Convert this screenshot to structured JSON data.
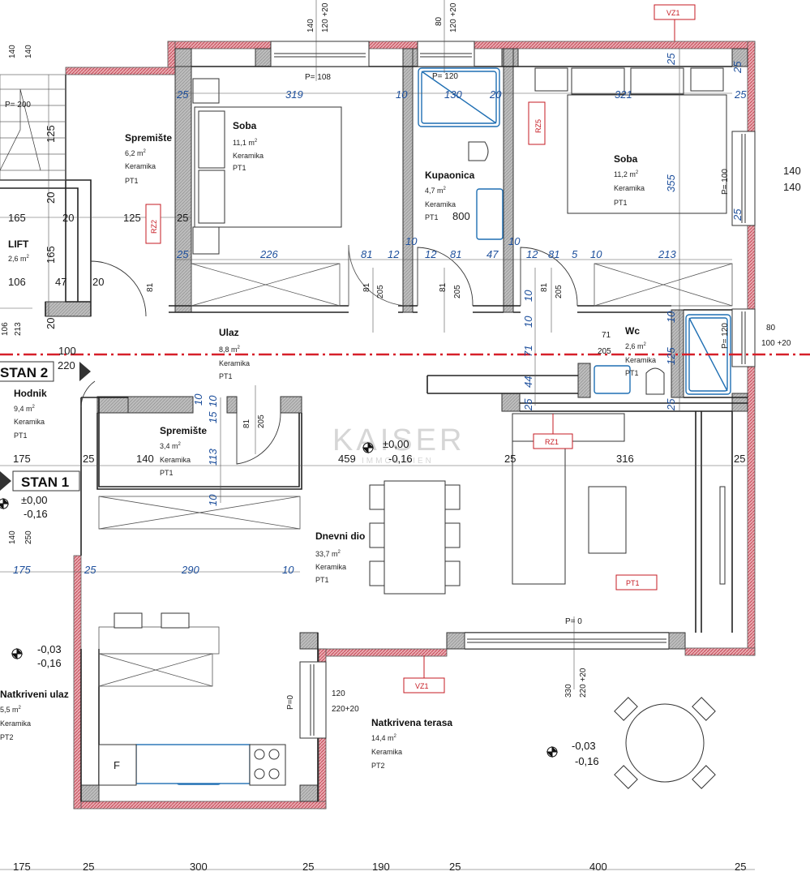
{
  "rooms": {
    "soba_left": {
      "name": "Soba",
      "area": "11,1 m",
      "floor": "Keramika",
      "code": "PT1"
    },
    "soba_right": {
      "name": "Soba",
      "area": "11,2 m",
      "floor": "Keramika",
      "code": "PT1"
    },
    "kupaonica": {
      "name": "Kupaonica",
      "area": "4,7 m",
      "floor": "Keramika",
      "code": "PT1"
    },
    "spremiste_top": {
      "name": "Spremište",
      "area": "6,2 m",
      "floor": "Keramika",
      "code": "PT1"
    },
    "lift": {
      "name": "LIFT",
      "area": "2,6 m"
    },
    "ulaz": {
      "name": "Ulaz",
      "area": "8,8 m",
      "floor": "Keramika",
      "code": "PT1"
    },
    "wc": {
      "name": "Wc",
      "area": "2,6 m",
      "floor": "Keramika",
      "code": "PT1"
    },
    "hodnik": {
      "name": "Hodnik",
      "area": "9,4 m",
      "floor": "Keramika",
      "code": "PT1"
    },
    "spremiste_mid": {
      "name": "Spremište",
      "area": "3,4 m",
      "floor": "Keramika",
      "code": "PT1"
    },
    "dnevni": {
      "name": "Dnevni dio",
      "area": "33,7 m",
      "floor": "Keramika",
      "code": "PT1"
    },
    "natkriveni_ulaz": {
      "name": "Natkriveni ulaz",
      "area": "5,5 m",
      "floor": "Keramika",
      "code": "PT2"
    },
    "terasa": {
      "name": "Natkrivena terasa",
      "area": "14,4 m",
      "floor": "Keramika",
      "code": "PT2"
    }
  },
  "area_unit_sup": "2",
  "apartments": {
    "stan2": "STAN 2",
    "stan1": "STAN 1"
  },
  "tags": {
    "vz1": "VZ1",
    "rz1": "RZ1",
    "rz2": "RZ2",
    "rz5": "RZ5",
    "pt1": "PT1"
  },
  "levels": {
    "upper": "±0,00",
    "lower": "-0,16",
    "lower2": "-0,03"
  },
  "fridge_label": "F",
  "watermark": {
    "main": "KAISER",
    "sub": "IMMOBILIEN"
  },
  "dims": {
    "h319": "319",
    "h10": "10",
    "h130": "130",
    "h20": "20",
    "h321": "321",
    "h25": "25",
    "h226": "226",
    "h81": "81",
    "h12": "12",
    "h47": "47",
    "h5": "5",
    "h213": "213",
    "h165": "165",
    "h125": "125",
    "h106": "106",
    "h800": "800",
    "h355": "355",
    "h175": "175",
    "h140": "140",
    "h459": "459",
    "h316": "316",
    "h290": "290",
    "h113": "113",
    "h71": "71",
    "h205": "205",
    "h44": "44",
    "h15": "15",
    "h300": "300",
    "h190": "190",
    "h400": "400",
    "h100": "100",
    "h220": "220",
    "h250": "250",
    "h200": "200",
    "h120": "120",
    "p108": "P= 108",
    "p120": "P= 120",
    "p200": "P= 200",
    "p100": "P= 100",
    "p0": "P= 0",
    "p0s": "P=0",
    "w120_20": "120 +20",
    "w100_20": "100 +20",
    "w220_20": "220 +20",
    "w220_20b": "220+20",
    "w80": "80",
    "w330": "330"
  }
}
